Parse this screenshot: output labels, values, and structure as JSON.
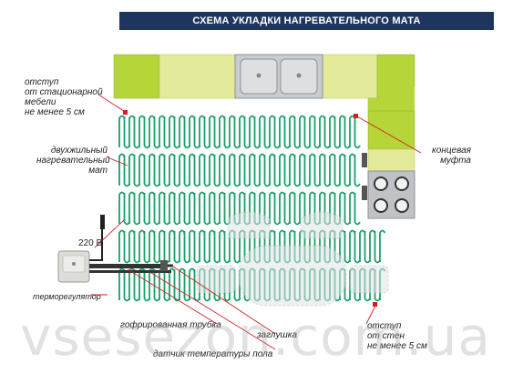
{
  "title": "СХЕМА УКЛАДКИ НАГРЕВАТЕЛЬНОГО МАТА",
  "labels": {
    "offset_furniture": [
      "отступ",
      "от стационарной",
      "мебели",
      "не менее 5 см"
    ],
    "two_core_mat": [
      "двухжильный",
      "нагревательный",
      "мат"
    ],
    "end_sleeve": [
      "концевая",
      "муфта"
    ],
    "voltage": "220 В",
    "thermostat": "терморегулятор",
    "corrugated_tube": "гофрированная трубка",
    "plug": "заглушка",
    "floor_sensor": "датчик температуры пола",
    "offset_walls": [
      "отступ",
      "от стен",
      "не менее 5 см"
    ]
  },
  "watermark": "vsesezon.com.ua",
  "colors": {
    "banner": "#1e3560",
    "counter_green": "#b6d538",
    "counter_light": "#e3ea9a",
    "mat": "#1aa06a",
    "sink": "#c9ccce",
    "stove": "#bfc3c6",
    "pointer": "#d21f26"
  },
  "icons": [
    "thermostat-icon",
    "sink-icon",
    "stove-icon",
    "plug-icon"
  ]
}
